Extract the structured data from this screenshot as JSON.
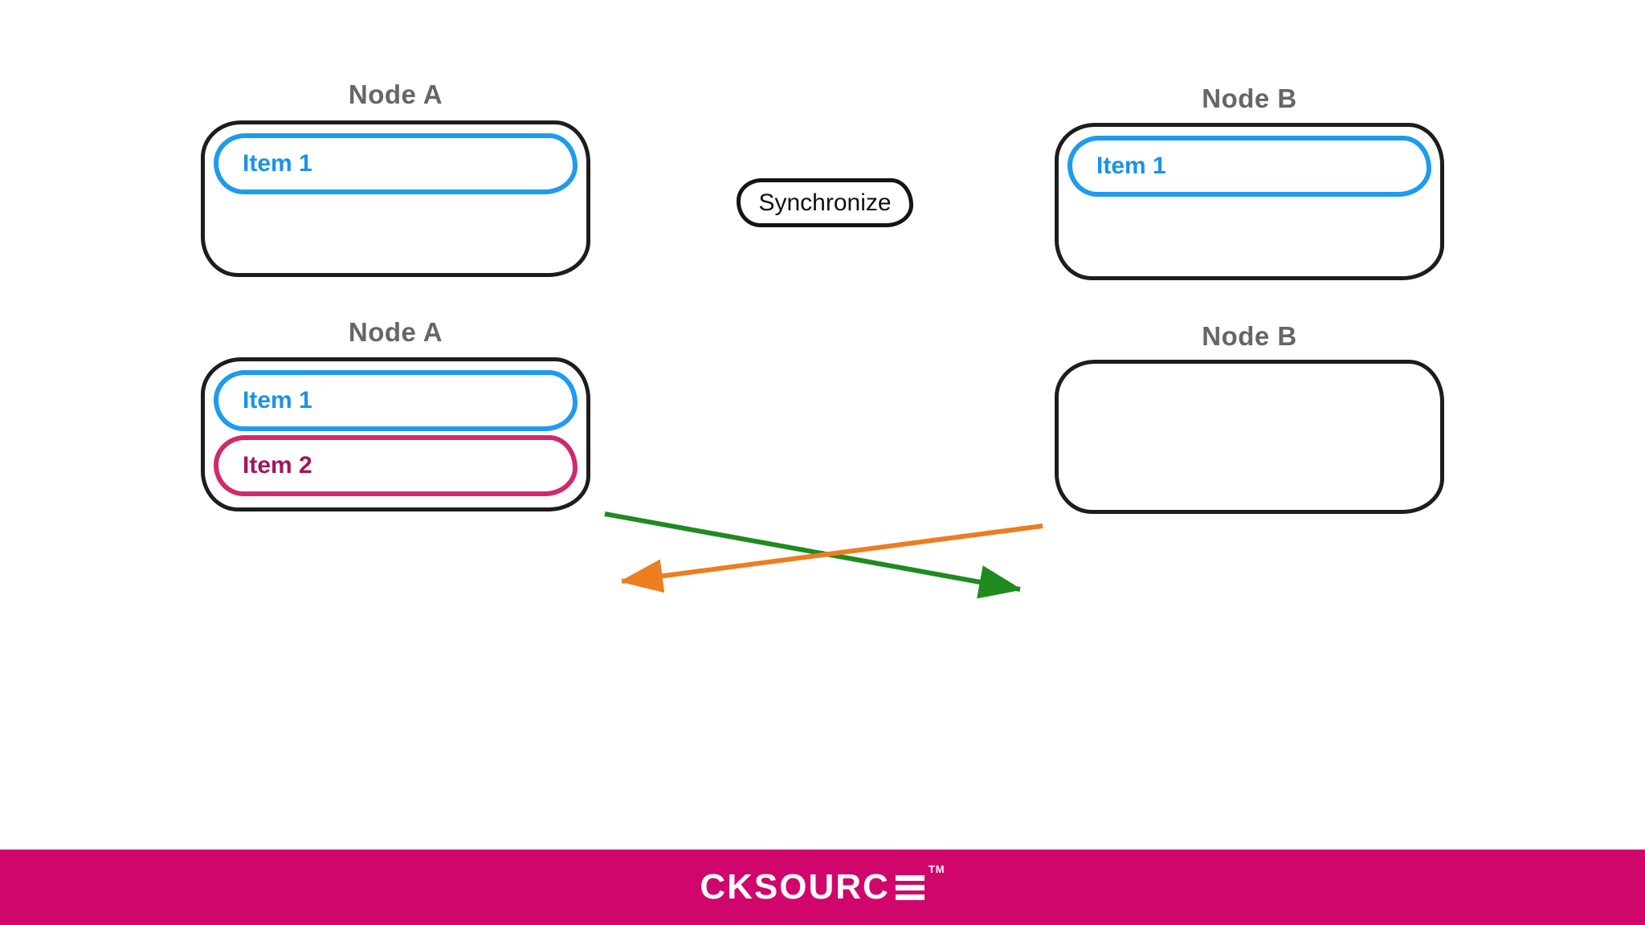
{
  "colors": {
    "background": "#ffffff",
    "node_border": "#1d1d1d",
    "node_label_gray": "#666666",
    "item_blue_border": "#1e9bef",
    "item_blue_text": "#1b93e8",
    "item_pink_border": "#d02a6e",
    "item_pink_text": "#a3145c",
    "arrow_green": "#1f8b1f",
    "arrow_orange": "#ec7d21",
    "footer_background": "#d1066c",
    "footer_text": "#ffffff"
  },
  "diagram": {
    "rows": [
      {
        "left": {
          "title": "Node A",
          "items": [
            {
              "label": "Item 1",
              "color": "blue"
            }
          ]
        },
        "right": {
          "title": "Node B",
          "items": [
            {
              "label": "Item 1",
              "color": "blue"
            }
          ]
        }
      },
      {
        "left": {
          "title": "Node A",
          "items": [
            {
              "label": "Item 1",
              "color": "blue"
            },
            {
              "label": "Item 2",
              "color": "pink"
            }
          ]
        },
        "right": {
          "title": "Node B",
          "items": []
        }
      }
    ],
    "sync_button": {
      "label": "Synchronize"
    },
    "arrows": [
      {
        "name": "green-arrow",
        "color": "#1f8b1f",
        "direction": "from Node A to Node B"
      },
      {
        "name": "orange-arrow",
        "color": "#ec7d21",
        "direction": "from Node B to Node A"
      }
    ]
  },
  "footer": {
    "logo_text": "CKSOURC",
    "logo_last_letter": "E",
    "trademark": "TM"
  }
}
